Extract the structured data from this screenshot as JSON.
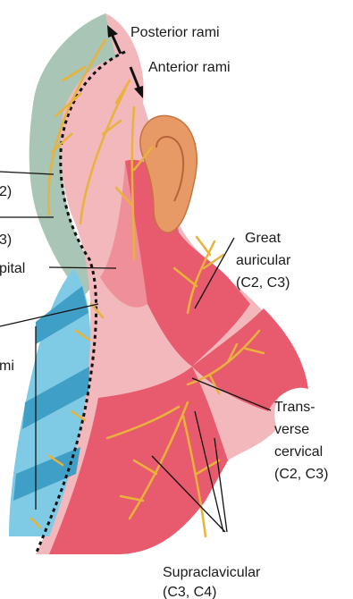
{
  "labels": {
    "posterior_rami": "Posterior rami",
    "anterior_rami": "Anterior rami",
    "cut_1": "2)",
    "cut_2": "3)",
    "cut_3": "pital",
    "cut_4": "mi",
    "great_auricular": [
      "Great",
      "auricular",
      "(C2, C3)"
    ],
    "transverse_cervical": [
      "Trans-",
      "verse",
      "cervical",
      "(C2, C3)"
    ],
    "supraclavicular": [
      "Supraclavicular",
      "(C3, C4)"
    ]
  },
  "colors": {
    "posterior_region": "#a9c5b5",
    "anterior_face": "#f2b8bc",
    "dermatome_dark": "#e85a6e",
    "dermatome_mid": "#ef8f9a",
    "blue_light": "#7fcbe6",
    "blue_dark": "#3f9fc6",
    "nerve": "#e9b23a",
    "ear": "#e79a66",
    "text": "#1a1a1a"
  }
}
